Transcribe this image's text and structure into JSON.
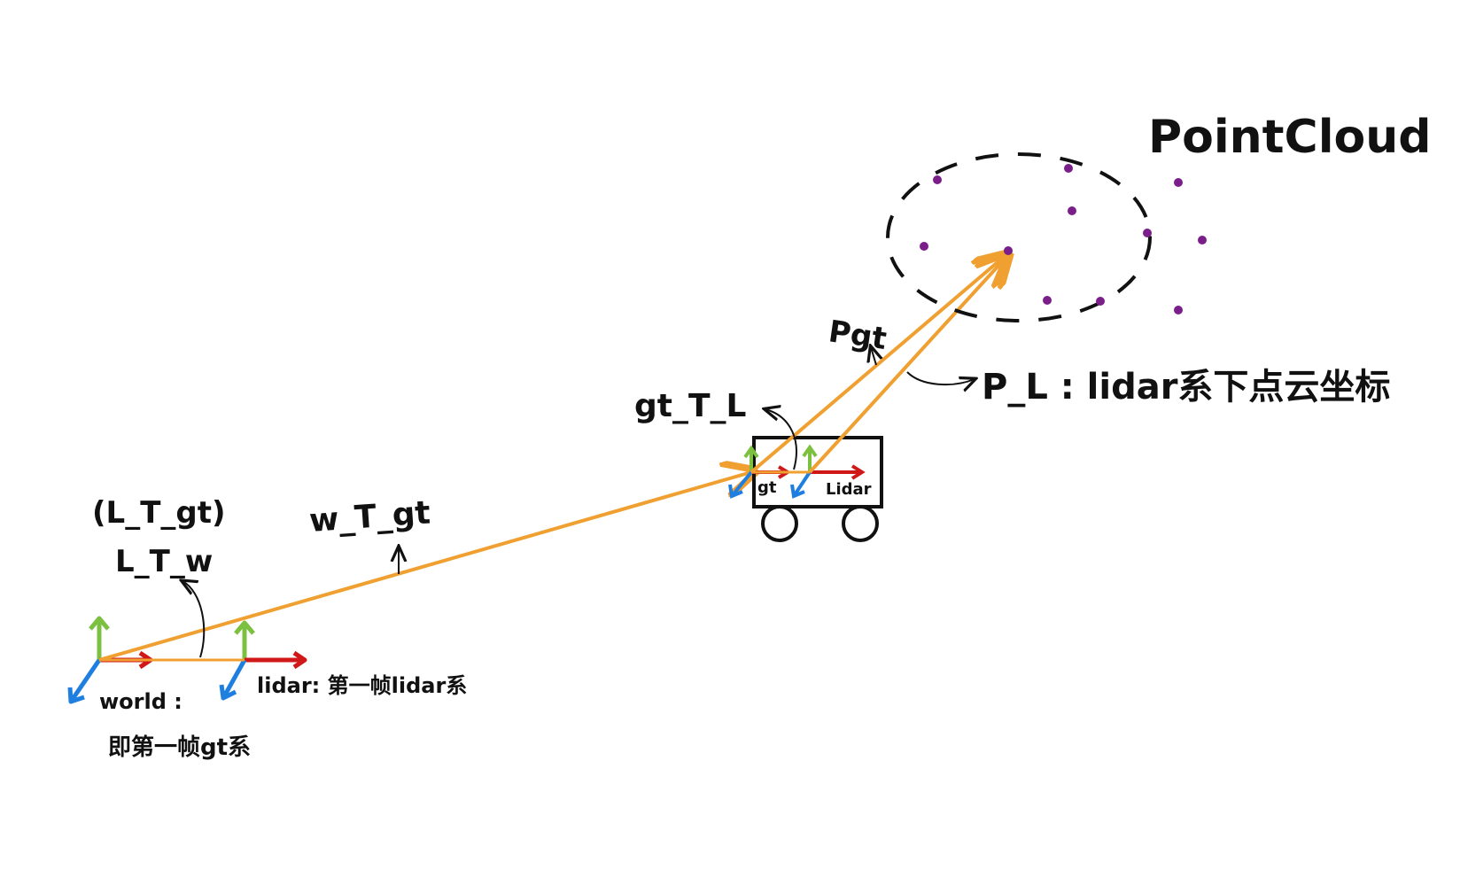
{
  "labels": {
    "point_cloud": "PointCloud",
    "pl_label": "P_L : lidar系下点云坐标",
    "pgt": "Pgt",
    "gt_T_l": "gt_T_L",
    "l_T_gt": "(L_T_gt)",
    "l_T_w": "L_T_w",
    "w_T_gt": "w_T_gt",
    "world": "world :",
    "world_note": "即第一帧gt系",
    "lidar_first": "lidar: 第一帧lidar系",
    "car_gt": "gt",
    "car_lidar": "Lidar"
  },
  "colors": {
    "orange": "#F0A030",
    "red": "#D01818",
    "green": "#7CC040",
    "blue": "#1E7FE0",
    "purple": "#7A1E8A",
    "ink": "#111111"
  }
}
